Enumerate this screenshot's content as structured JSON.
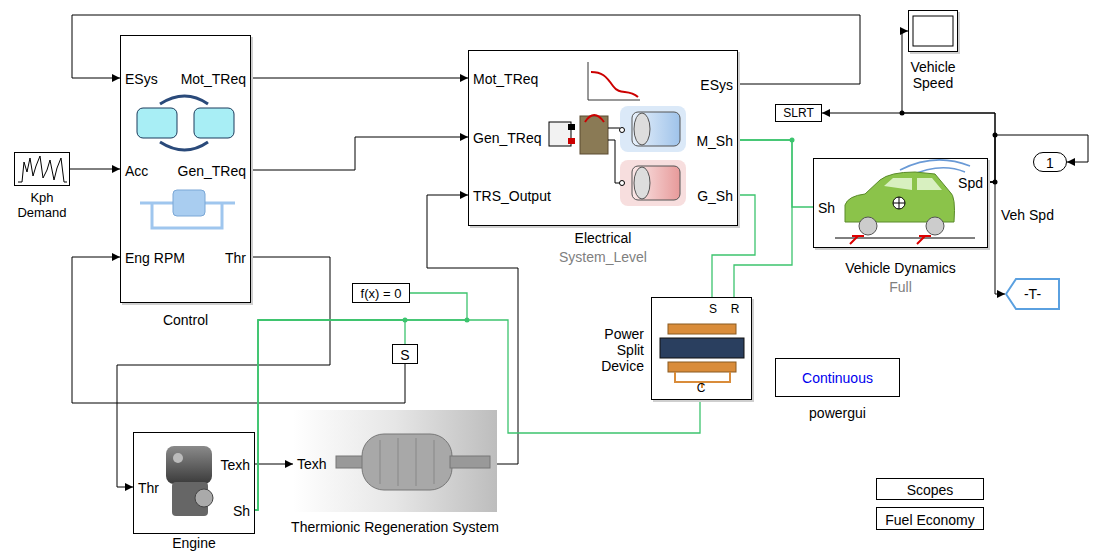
{
  "diagram": {
    "nodes": [
      {
        "text": [
          "ESys",
          "Mot_TReq",
          "Acc",
          "Gen_TReq",
          "Eng RPM",
          "Thr",
          "Control"
        ]
      },
      {
        "text": [
          "Kph Demand"
        ]
      },
      {
        "text": [
          "Mot_TReq",
          "Gen_TReq",
          "TRS_Output",
          "ESys",
          "M_Sh",
          "G_Sh",
          "Electrical",
          "System_Level"
        ]
      },
      {
        "text": [
          "Vehicle Speed"
        ]
      },
      {
        "text": [
          "SLRT"
        ]
      },
      {
        "text": [
          "Sh",
          "Spd",
          "Vehicle Dynamics",
          "Full"
        ]
      },
      {
        "text": [
          "1"
        ]
      },
      {
        "text": [
          "-T-"
        ]
      },
      {
        "text": [
          "f(x) = 0"
        ]
      },
      {
        "text": [
          "S"
        ]
      },
      {
        "text": [
          "S",
          "R",
          "C",
          "Power Split Device"
        ]
      },
      {
        "text": [
          "Continuous",
          "powergui"
        ]
      },
      {
        "text": [
          "Thr",
          "Texh",
          "Sh",
          "Engine"
        ]
      },
      {
        "text": [
          "Texh",
          "Thermionic Regeneration System"
        ]
      },
      {
        "text": [
          "Scopes"
        ]
      },
      {
        "text": [
          "Fuel Economy"
        ]
      }
    ],
    "edges": [
      {
        "from": 2,
        "to": 0,
        "arrow": "to"
      },
      {
        "from": 0,
        "to": 2,
        "arrow": "to"
      },
      {
        "from": 1,
        "to": 0,
        "arrow": "to"
      },
      {
        "from": 0,
        "to": 2,
        "arrow": "to"
      },
      {
        "from": 0,
        "to": 12,
        "arrow": "to"
      },
      {
        "from": 9,
        "to": 0,
        "arrow": "to"
      },
      {
        "from": 12,
        "to": 13,
        "arrow": "to"
      },
      {
        "from": 13,
        "to": 2,
        "arrow": "to"
      },
      {
        "from": 5,
        "to": 4,
        "arrow": "to"
      },
      {
        "from": 5,
        "to": 3,
        "arrow": "to"
      },
      {
        "from": 5,
        "to": 6,
        "arrow": "to"
      },
      {
        "from": 5,
        "to": 7,
        "arrow": "to"
      },
      {
        "from": 2,
        "to": 5,
        "arrow": "none"
      },
      {
        "from": 2,
        "to": 10,
        "arrow": "none"
      },
      {
        "from": 2,
        "to": 10,
        "arrow": "none"
      },
      {
        "from": 12,
        "to": 10,
        "arrow": "none"
      },
      {
        "from": 12,
        "to": 8,
        "arrow": "none"
      },
      {
        "from": 12,
        "to": 9,
        "arrow": "none"
      }
    ],
    "labels": [
      "Veh Spd"
    ]
  }
}
